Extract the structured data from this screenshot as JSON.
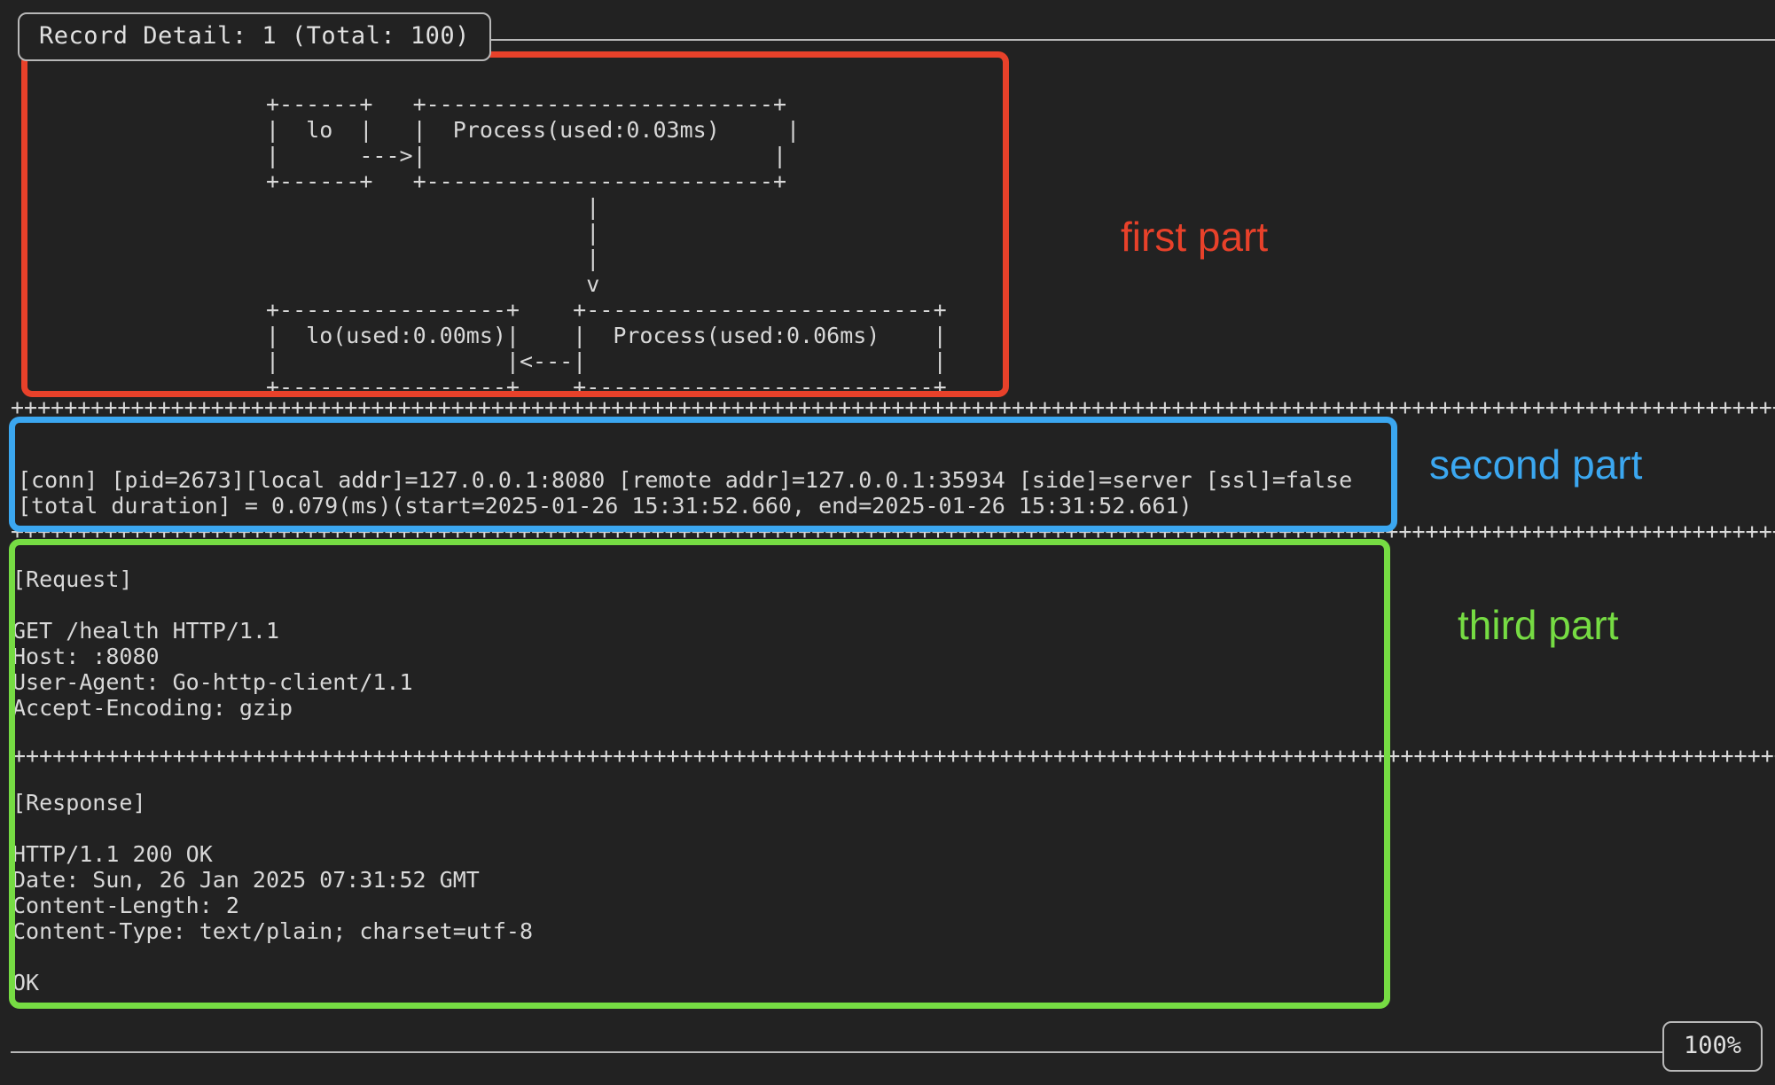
{
  "window": {
    "title": "Record Detail: 1 (Total: 100)",
    "zoom_level": "100%",
    "background": "#222222",
    "foreground": "#d8d8d8",
    "border_color": "#b8b8b8"
  },
  "first_part": {
    "label": "first part",
    "accent": "#e8412a",
    "ascii_diagram": "+------+   +--------------------------+\n|  lo  |   |  Process(used:0.03ms)     |\n|      --->|                          |\n+------+   +--------------------------+\n                        |\n                        |\n                        |\n                        v\n+-----------------+    +--------------------------+\n|  lo(used:0.00ms)|    |  Process(used:0.06ms)    |\n|                 |<---|                          |\n+-----------------+    +--------------------------+",
    "nodes": [
      {
        "name": "lo",
        "used": ""
      },
      {
        "name": "Process",
        "used": "0.03ms"
      },
      {
        "name": "lo",
        "used": "0.00ms"
      },
      {
        "name": "Process",
        "used": "0.06ms"
      }
    ]
  },
  "second_part": {
    "label": "second part",
    "accent": "#3ba7f0",
    "separator": "+++++++++++++++++++++++++++++++++++++++++++++++++++++++++++++++++++++++++++++++++++++++++++++++++++++++++++++++++++++++++++++++++++++++++++++++++++++++++++++++++++++++++++++++++++++++++++++++++++++++++++++",
    "conn_line": "[conn] [pid=2673][local addr]=127.0.0.1:8080 [remote addr]=127.0.0.1:35934 [side]=server [ssl]=false",
    "duration_line": "[total duration] = 0.079(ms)(start=2025-01-26 15:31:52.660, end=2025-01-26 15:31:52.661)",
    "fields": {
      "pid": "2673",
      "local_addr": "127.0.0.1:8080",
      "remote_addr": "127.0.0.1:35934",
      "side": "server",
      "ssl": "false",
      "total_duration_ms": "0.079",
      "start": "2025-01-26 15:31:52.660",
      "end": "2025-01-26 15:31:52.661"
    }
  },
  "third_part": {
    "label": "third part",
    "accent": "#76dc43",
    "separator": "+++++++++++++++++++++++++++++++++++++++++++++++++++++++++++++++++++++++++++++++++++++++++++++++++++++++++++++++++++++++++++++++++++++++++++++++++++++++++++++++++++++++++++++++++++++++++++++++++++++++++++++",
    "request_block": "[Request]\n\nGET /health HTTP/1.1\nHost: :8080\nUser-Agent: Go-http-client/1.1\nAccept-Encoding: gzip",
    "response_separator": "+++++++++++++++++++++++++++++++++++++++++++++++++++++++++++++++++++++++++++++++++++++++++++++++++++++++++++++++++++++++++++++++++++++++++++++++++++++++++++++++++++++++++++++++++++++++++++++++++++++++++++++",
    "response_block": "[Response]\n\nHTTP/1.1 200 OK\nDate: Sun, 26 Jan 2025 07:31:52 GMT\nContent-Length: 2\nContent-Type: text/plain; charset=utf-8\n\nOK",
    "request": {
      "heading": "[Request]",
      "start_line": "GET /health HTTP/1.1",
      "headers": [
        "Host: :8080",
        "User-Agent: Go-http-client/1.1",
        "Accept-Encoding: gzip"
      ]
    },
    "response": {
      "heading": "[Response]",
      "status_line": "HTTP/1.1 200 OK",
      "headers": [
        "Date: Sun, 26 Jan 2025 07:31:52 GMT",
        "Content-Length: 2",
        "Content-Type: text/plain; charset=utf-8"
      ],
      "body": "OK"
    }
  }
}
